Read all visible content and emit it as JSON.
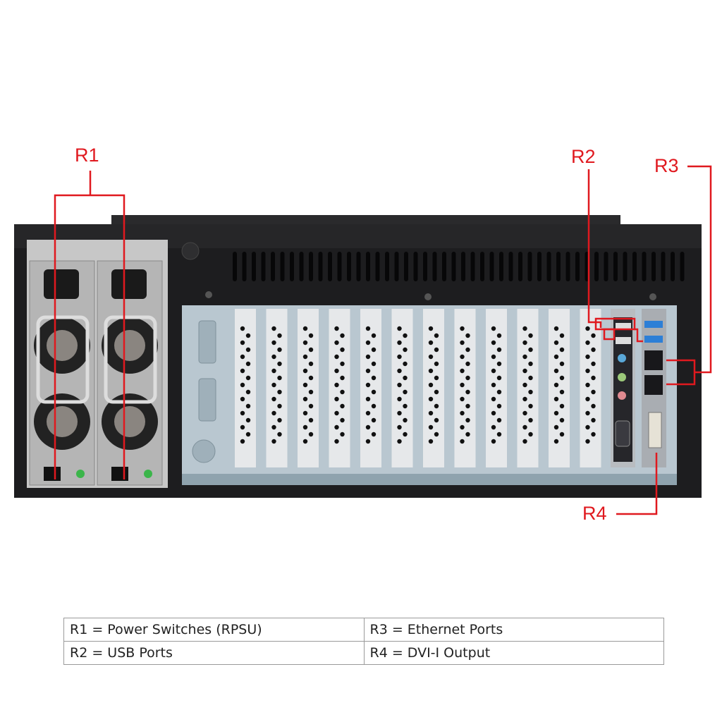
{
  "callouts": {
    "r1": "R1",
    "r2": "R2",
    "r3": "R3",
    "r4": "R4"
  },
  "legend": {
    "rows": [
      [
        "R1 = Power Switches (RPSU)",
        "R3 = Ethernet Ports"
      ],
      [
        "R2 = USB Ports",
        "R4 = DVI-I Output"
      ]
    ]
  },
  "colors": {
    "accent": "#e0191f",
    "chassis": "#1c1c1e",
    "bay": "#b9c7d0",
    "slot": "#e6e8ea"
  },
  "slot_count": 12
}
